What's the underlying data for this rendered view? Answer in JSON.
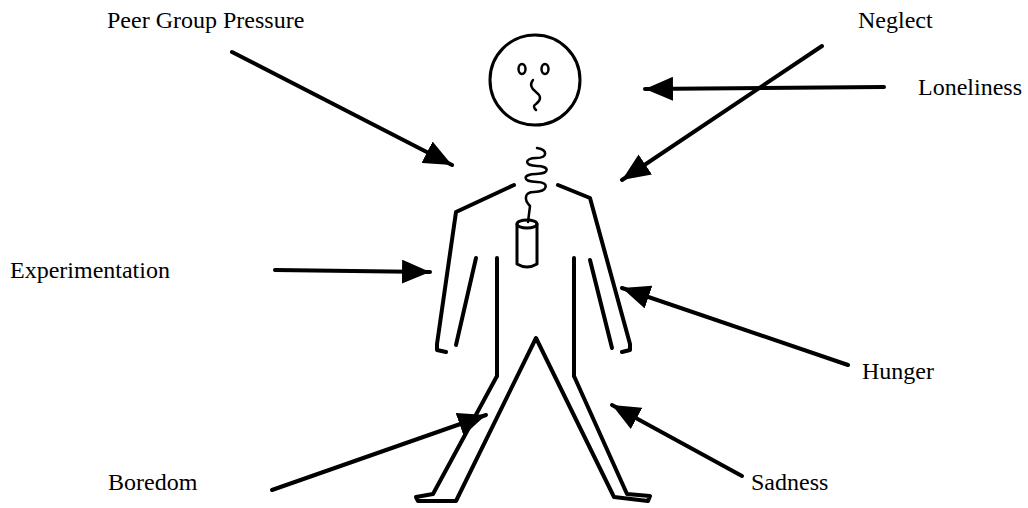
{
  "diagram": {
    "labels": [
      "Peer Group Pressure",
      "Neglect",
      "Loneliness",
      "Experimentation",
      "Hunger",
      "Boredom",
      "Sadness"
    ]
  }
}
